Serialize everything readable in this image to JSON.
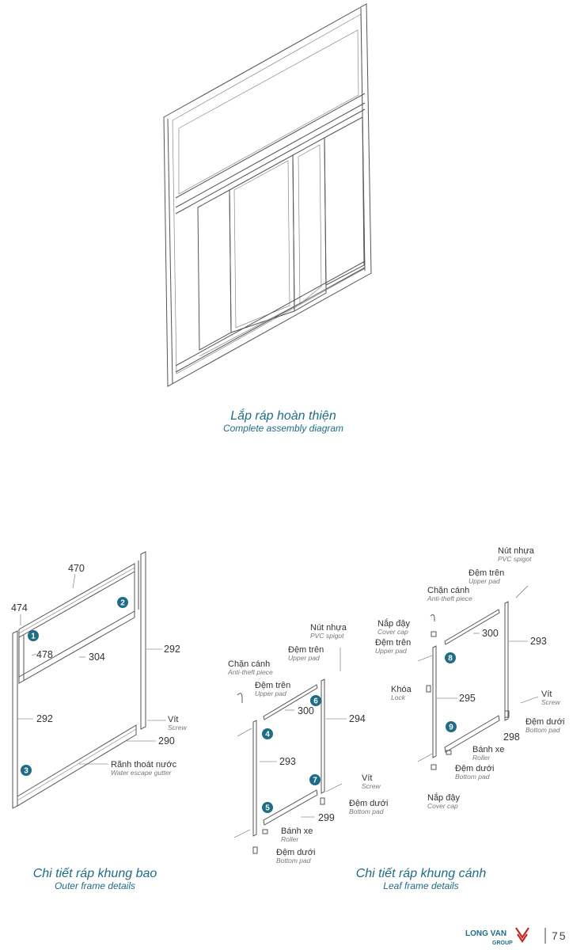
{
  "assembly": {
    "caption_vi": "Lắp ráp hoàn thiện",
    "caption_en": "Complete assembly diagram"
  },
  "outer_frame": {
    "caption_vi": "Chi tiết ráp khung bao",
    "caption_en": "Outer frame details",
    "dims": [
      "470",
      "474",
      "478",
      "304",
      "292",
      "292",
      "290"
    ],
    "badges": [
      "1",
      "2",
      "3"
    ],
    "labels": [
      {
        "vi": "Vít",
        "en": "Screw"
      },
      {
        "vi": "Rãnh thoát nước",
        "en": "Water escape gutter"
      }
    ]
  },
  "leaf_left": {
    "dims": [
      "300",
      "294",
      "293",
      "299"
    ],
    "badges": [
      "4",
      "5",
      "6",
      "7"
    ],
    "labels": [
      {
        "vi": "Nút nhựa",
        "en": "PVC spigot"
      },
      {
        "vi": "Đệm trên",
        "en": "Upper pad"
      },
      {
        "vi": "Chặn cánh",
        "en": "Anti-theft piece"
      },
      {
        "vi": "Đệm trên",
        "en": "Upper pad"
      },
      {
        "vi": "Vít",
        "en": "Screw"
      },
      {
        "vi": "Đệm dưới",
        "en": "Bottom pad"
      },
      {
        "vi": "Bánh xe",
        "en": "Roller"
      },
      {
        "vi": "Đệm dưới",
        "en": "Bottom pad"
      }
    ]
  },
  "leaf_right": {
    "caption_vi": "Chi tiết ráp khung cánh",
    "caption_en": "Leaf frame details",
    "dims": [
      "300",
      "293",
      "295",
      "298"
    ],
    "badges": [
      "8",
      "9"
    ],
    "labels": [
      {
        "vi": "Nút nhựa",
        "en": "PVC spigot"
      },
      {
        "vi": "Đệm trên",
        "en": "Upper pad"
      },
      {
        "vi": "Chặn cánh",
        "en": "Anti-theft piece"
      },
      {
        "vi": "Nắp đậy",
        "en": "Cover cap"
      },
      {
        "vi": "Đệm trên",
        "en": "Upper pad"
      },
      {
        "vi": "Khóa",
        "en": "Lock"
      },
      {
        "vi": "Vít",
        "en": "Screw"
      },
      {
        "vi": "Đệm dưới",
        "en": "Bottom pad"
      },
      {
        "vi": "Bánh xe",
        "en": "Roller"
      },
      {
        "vi": "Đệm dưới",
        "en": "Bottom pad"
      },
      {
        "vi": "Nắp đậy",
        "en": "Cover cap"
      }
    ]
  },
  "footer": {
    "brand_line1": "LONG VAN",
    "brand_line2": "GROUP",
    "page_number": "75"
  }
}
